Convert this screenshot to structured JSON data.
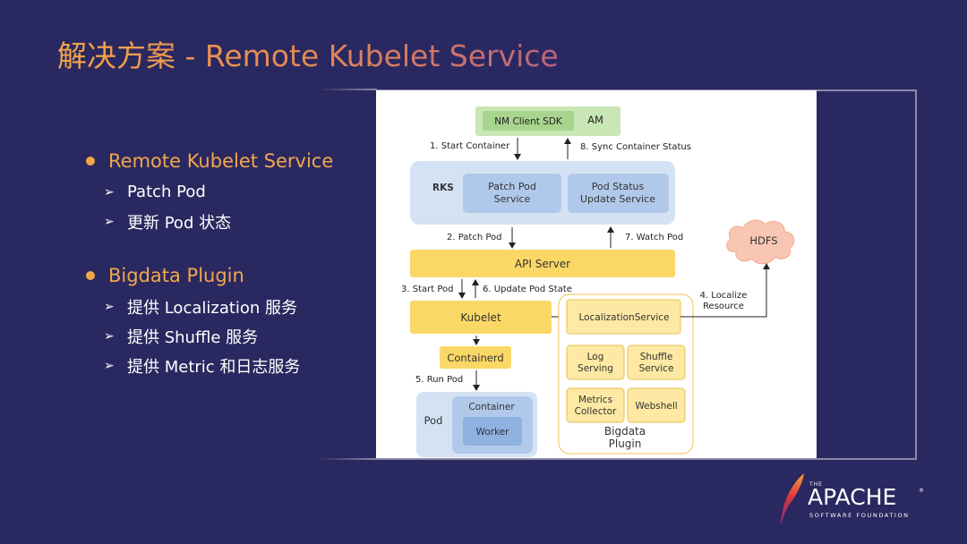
{
  "slide": {
    "title": "解决方案 - Remote Kubelet Service"
  },
  "bullets": {
    "group1": {
      "heading": "Remote Kubelet Service",
      "items": [
        "Patch Pod",
        "更新 Pod 状态"
      ]
    },
    "group2": {
      "heading": "Bigdata Plugin",
      "items": [
        "提供 Localization 服务",
        "提供 Shuffle 服务",
        "提供 Metric 和日志服务"
      ]
    }
  },
  "diagram": {
    "am_sdk": "NM Client SDK",
    "am_label": "AM",
    "edge_start_container": "1. Start Container",
    "edge_sync_status": "8. Sync Container Status",
    "rks_label": "RKS",
    "patch_pod_service": [
      "Patch Pod",
      "Service"
    ],
    "pod_status_service": [
      "Pod Status",
      "Update Service"
    ],
    "edge_patch_pod": "2. Patch Pod",
    "edge_watch_pod": "7. Watch Pod",
    "hdfs": "HDFS",
    "api_server": "API Server",
    "edge_start_pod": "3. Start Pod",
    "edge_update_pod_state": "6. Update Pod State",
    "edge_localize": [
      "4. Localize",
      "Resource"
    ],
    "kubelet": "Kubelet",
    "localization_service": "LocalizationService",
    "containerd": "Containerd",
    "log_serving": [
      "Log",
      "Serving"
    ],
    "shuffle_service": [
      "Shuffle",
      "Service"
    ],
    "edge_run_pod": "5. Run Pod",
    "metrics_collector": [
      "Metrics",
      "Collector"
    ],
    "webshell": "Webshell",
    "pod_label": "Pod",
    "container_label": "Container",
    "worker_label": "Worker",
    "bigdata_plugin": [
      "Bigdata",
      "Plugin"
    ]
  },
  "logo": {
    "the": "THE",
    "word": "APACHE",
    "reg": "®",
    "subtitle": "SOFTWARE FOUNDATION"
  },
  "colors": {
    "background": "#2a2860",
    "accent": "#f2a74b",
    "am_green": "#c9e6b5",
    "rks_blue": "#d4e2f4",
    "yellow": "#fbd866",
    "pale_yellow": "#fde9a3"
  }
}
